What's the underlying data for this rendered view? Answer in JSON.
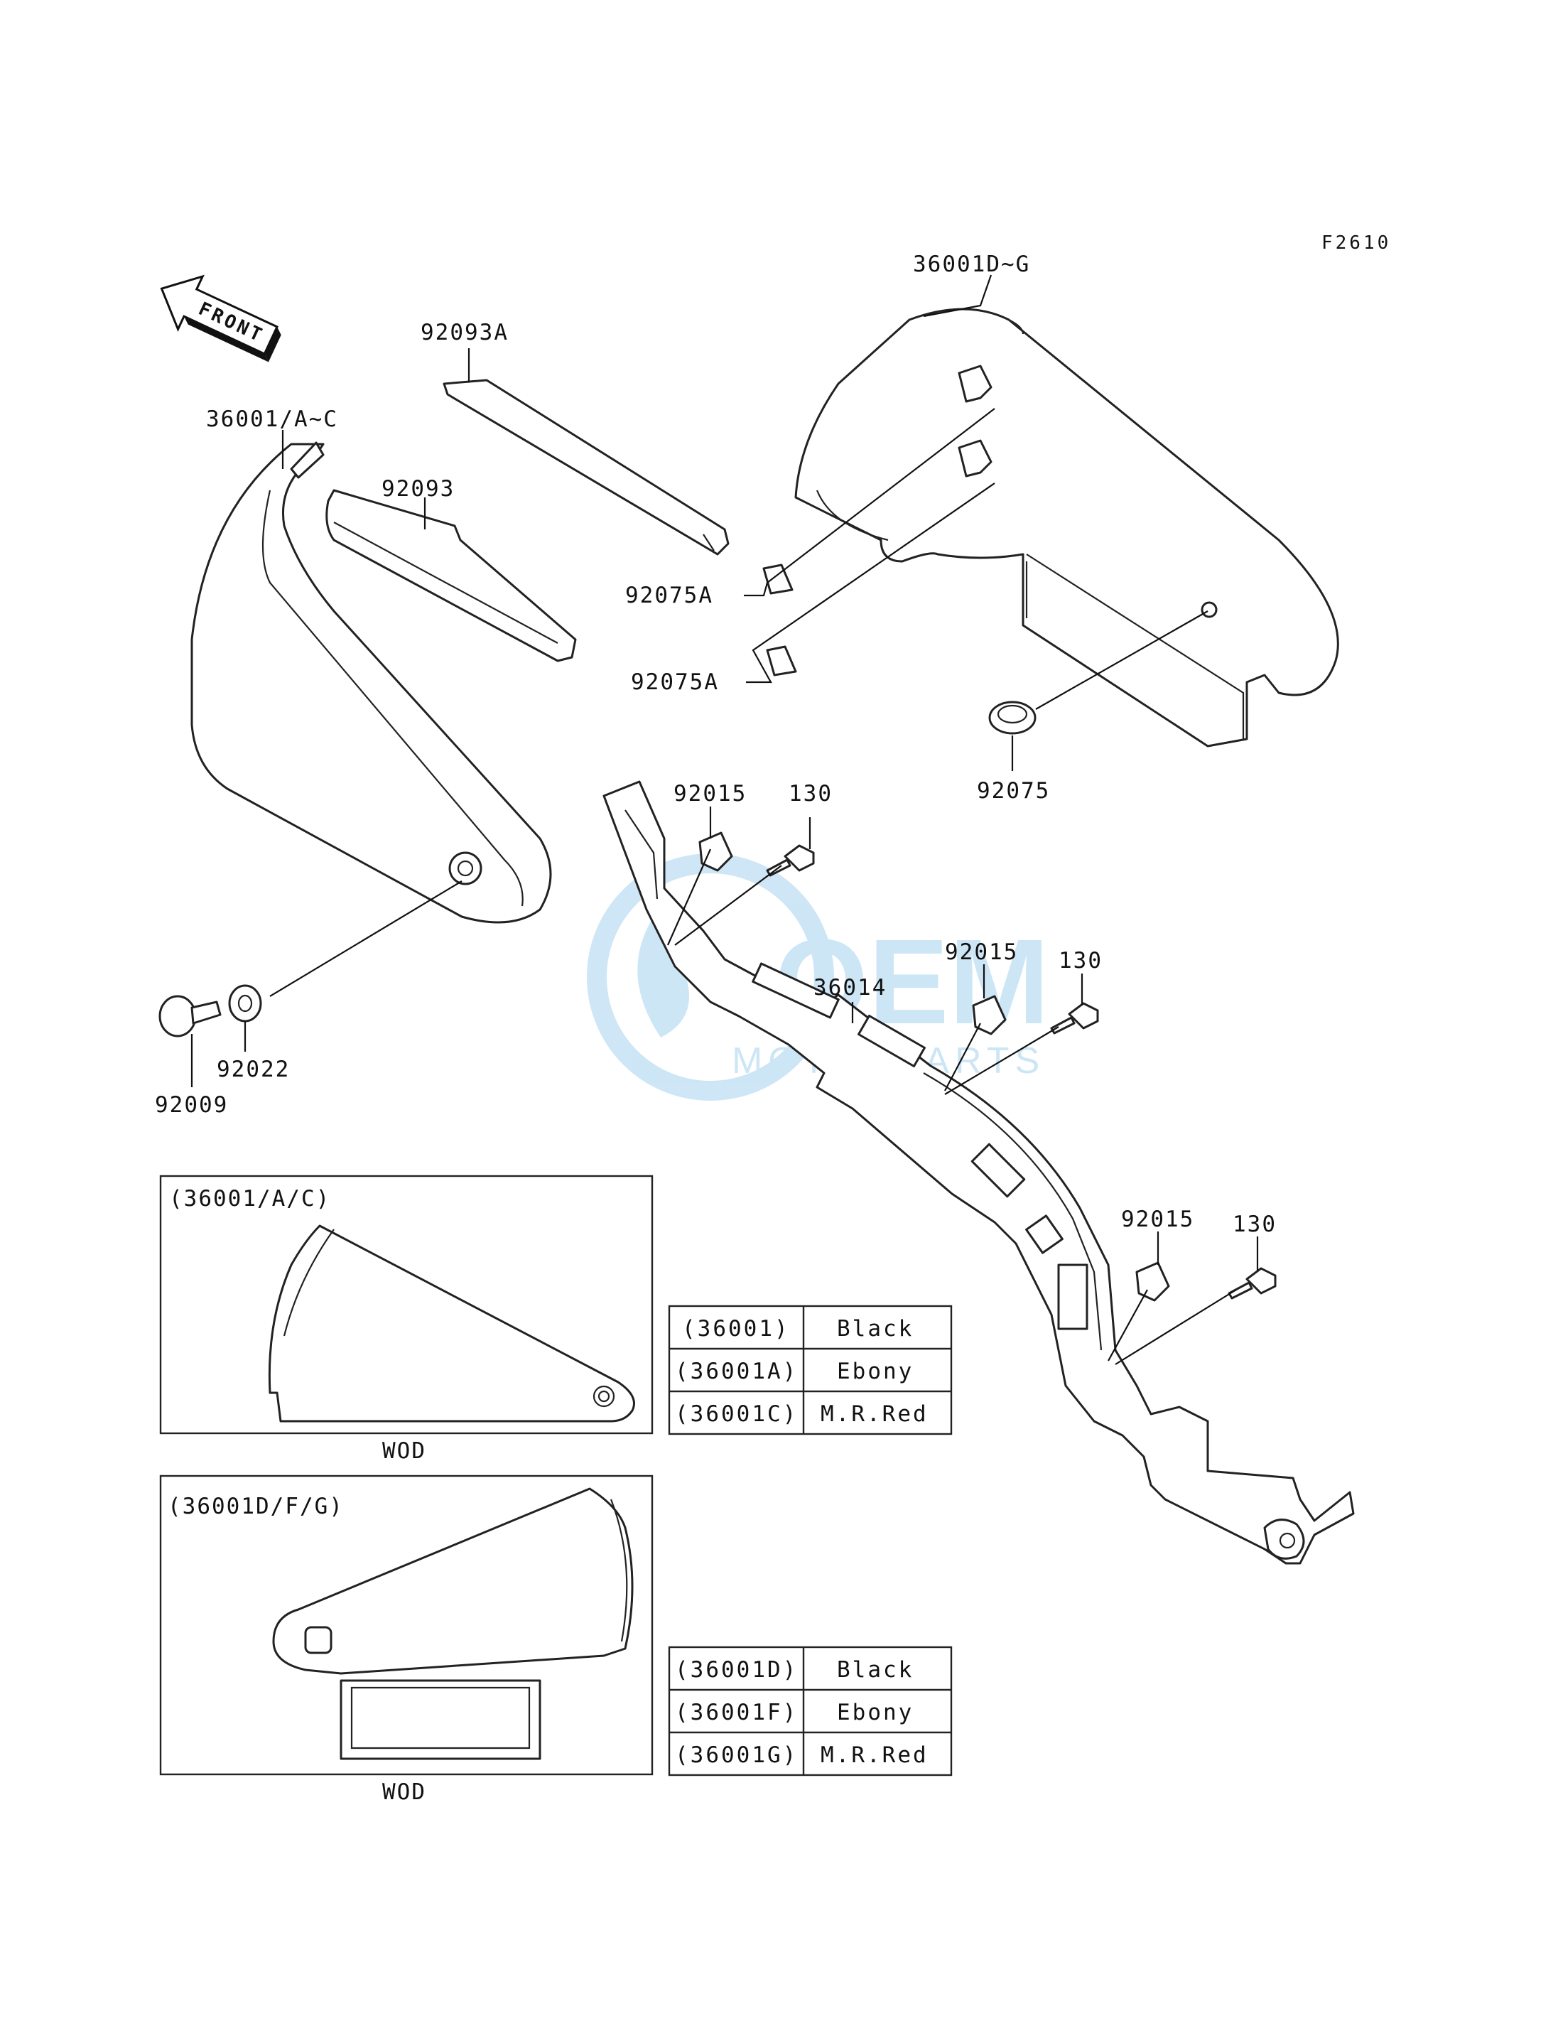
{
  "figure_code": "F2610",
  "front_label": "FRONT",
  "watermark": "OEM MOTORPARTS",
  "callouts": {
    "p36001DG": "36001D~G",
    "p92093A": "92093A",
    "p36001AC": "36001/A~C",
    "p92093": "92093",
    "p92075A_1": "92075A",
    "p92075A_2": "92075A",
    "p92075": "92075",
    "p92015_1": "92015",
    "p130_1": "130",
    "p92015_2": "92015",
    "p130_2": "130",
    "p36014": "36014",
    "p92015_3": "92015",
    "p130_3": "130",
    "p92022": "92022",
    "p92009": "92009"
  },
  "inset_left": {
    "title": "(36001/A/C)",
    "caption": "WOD"
  },
  "inset_right": {
    "title": "(36001D/F/G)",
    "caption": "WOD"
  },
  "color_table_1": [
    {
      "code": "(36001)",
      "color": "Black"
    },
    {
      "code": "(36001A)",
      "color": "Ebony"
    },
    {
      "code": "(36001C)",
      "color": "M.R.Red"
    }
  ],
  "color_table_2": [
    {
      "code": "(36001D)",
      "color": "Black"
    },
    {
      "code": "(36001F)",
      "color": "Ebony"
    },
    {
      "code": "(36001G)",
      "color": "M.R.Red"
    }
  ]
}
